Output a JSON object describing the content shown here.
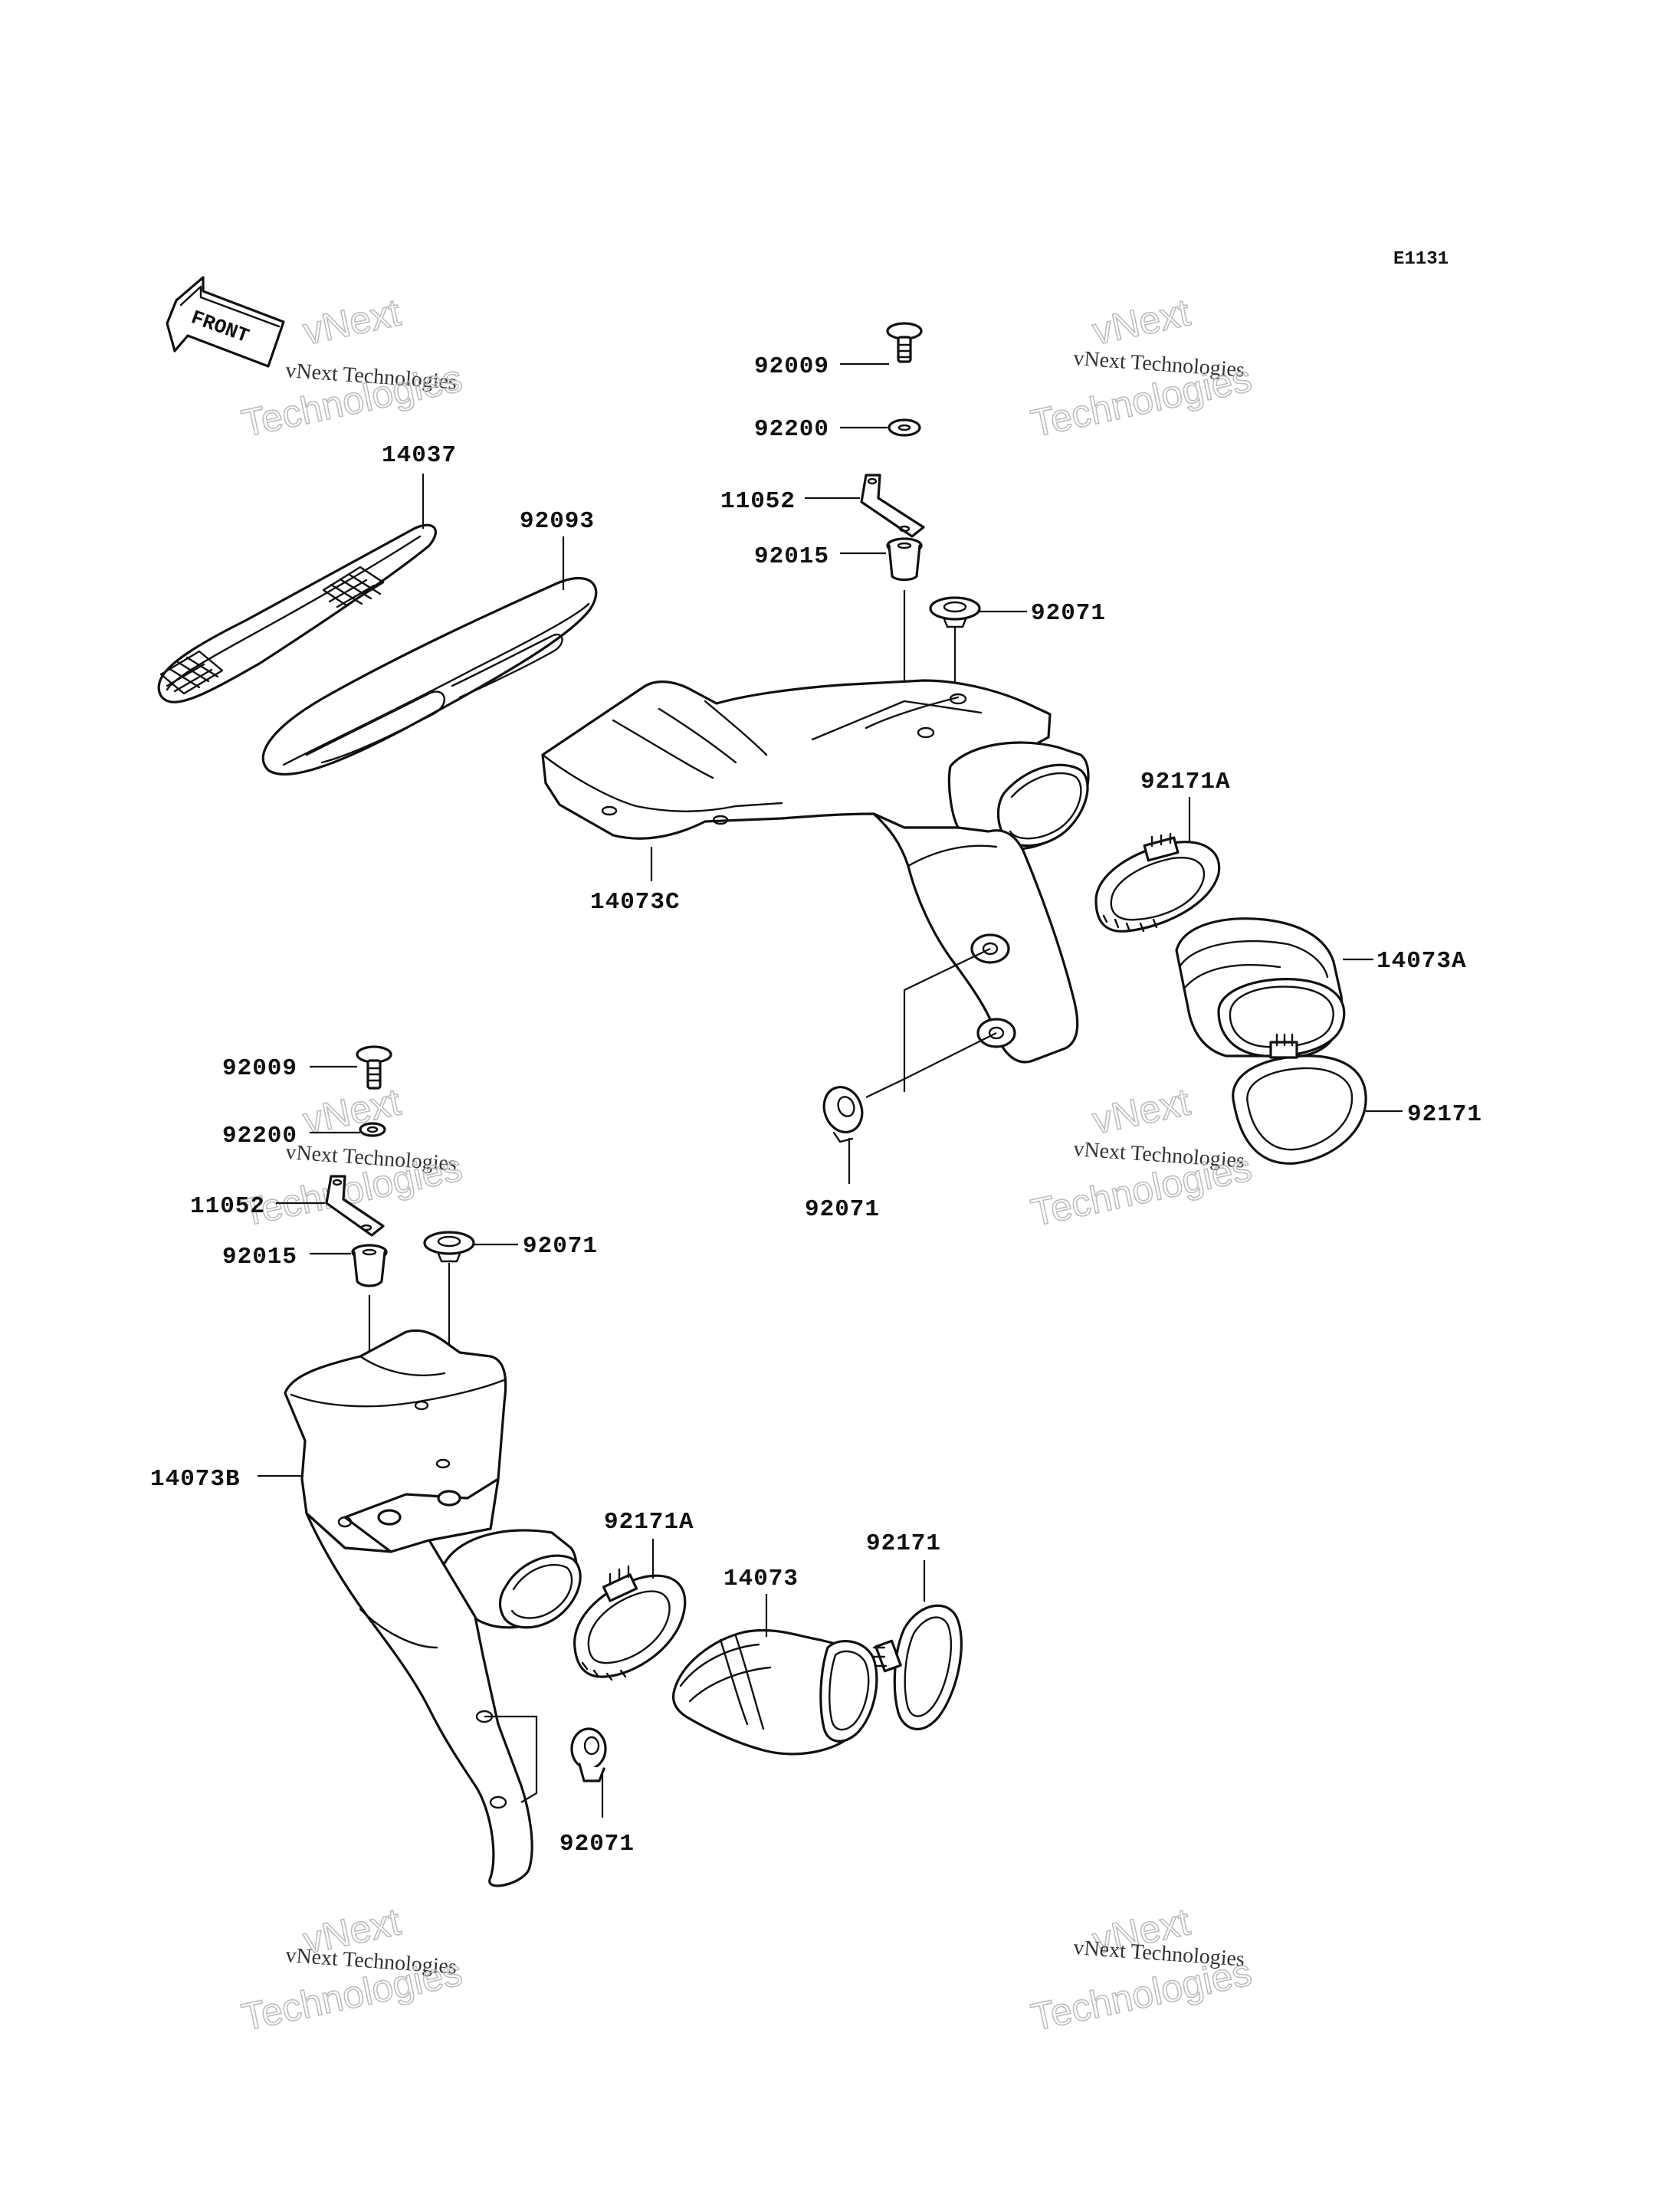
{
  "diagram": {
    "code": "E1131",
    "front_label": "FRONT",
    "part_numbers": {
      "p14037": "14037",
      "p92093": "92093",
      "p92009_top": "92009",
      "p92200_top": "92200",
      "p11052_top": "11052",
      "p92015_top": "92015",
      "p92071_top": "92071",
      "p14073c": "14073C",
      "p92171a_right": "92171A",
      "p14073a": "14073A",
      "p92071_mid": "92071",
      "p92171_right": "92171",
      "p92009_low": "92009",
      "p92200_low": "92200",
      "p11052_low": "11052",
      "p92015_low": "92015",
      "p92071_low": "92071",
      "p14073b": "14073B",
      "p92171a_low": "92171A",
      "p14073": "14073",
      "p92171_low": "92171",
      "p92071_bottom": "92071"
    },
    "watermark": {
      "brand": "vNext",
      "line1": "vNext Technologies",
      "line2": "Technologies"
    }
  }
}
